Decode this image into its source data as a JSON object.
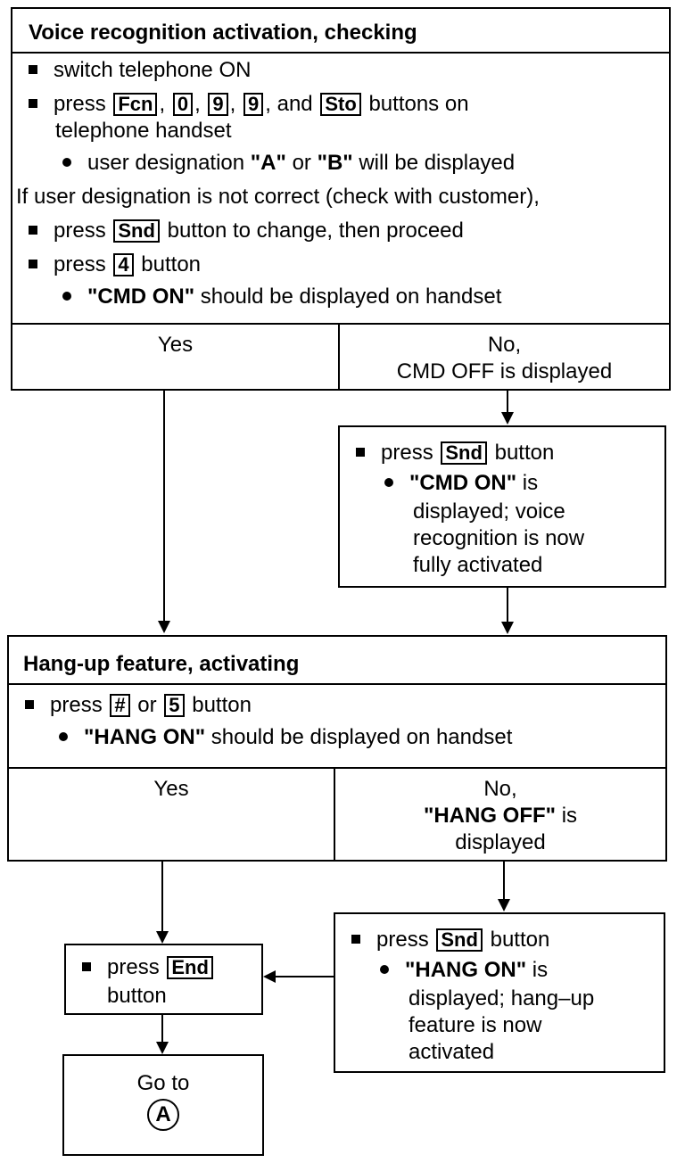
{
  "section1": {
    "title": "Voice recognition activation, checking",
    "step1": "switch telephone ON",
    "step2_pre": "press",
    "keys": [
      "Fcn",
      "0",
      "9",
      "9",
      "Sto"
    ],
    "step2_and": ", and",
    "step2_post": "buttons on",
    "step2_cont": "telephone handset",
    "note1_pre": "user designation",
    "note1_a": "\"A\"",
    "note1_or": "or",
    "note1_b": "\"B\"",
    "note1_post": "will be displayed",
    "cond": "If user designation is not correct (check with customer),",
    "step3_pre": "press",
    "step3_key": "Snd",
    "step3_post": "button to change, then proceed",
    "step4_pre": "press",
    "step4_key": "4",
    "step4_post": "button",
    "note2_bold": "\"CMD ON\"",
    "note2_post": "should be displayed on handset",
    "yes": "Yes",
    "no_l1": "No,",
    "no_l2": "CMD OFF is displayed"
  },
  "snd_box1": {
    "pre": "press",
    "key": "Snd",
    "post": "button",
    "bold": "\"CMD ON\"",
    "l2": "is",
    "l3": "displayed; voice",
    "l4": "recognition is now",
    "l5": "fully activated"
  },
  "section2": {
    "title": "Hang-up feature, activating",
    "step_pre": "press",
    "key1": "#",
    "or": "or",
    "key2": "5",
    "step_post": "button",
    "note_bold": "\"HANG ON\"",
    "note_post": "should be displayed on handset",
    "yes": "Yes",
    "no_l1": "No,",
    "no_l2_bold": "\"HANG OFF\"",
    "no_l2_post": "is",
    "no_l3": "displayed"
  },
  "snd_box2": {
    "pre": "press",
    "key": "Snd",
    "post": "button",
    "bold": "\"HANG ON\"",
    "l2": "is",
    "l3": "displayed; hang–up",
    "l4": "feature is now",
    "l5": "activated"
  },
  "end_box": {
    "pre": "press",
    "key": "End",
    "l2": "button"
  },
  "goto_box": {
    "text": "Go to",
    "symbol": "A"
  }
}
